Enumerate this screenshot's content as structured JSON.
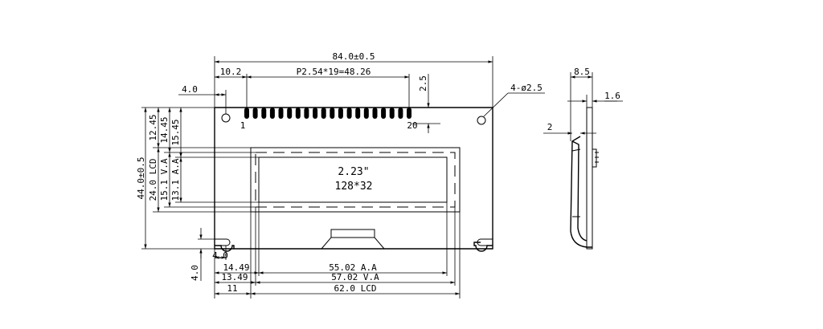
{
  "drawing": {
    "module_size_text": "2.23\"",
    "resolution_text": "128*32",
    "dims": {
      "overall_width": "84.0±0.5",
      "pin_offset": "10.2",
      "pin_pitch": "P2.54*19=48.26",
      "hole_offset_x": "4.0",
      "pin_height": "2.5",
      "mount_holes": "4-ø2.5",
      "pin_first": "1",
      "pin_last": "20",
      "dim_12_45": "12.45",
      "dim_14_45": "14.45",
      "dim_15_45": "15.45",
      "overall_height": "44.0±0.5",
      "lcd_height": "24.0 LCD",
      "va_height": "15.1 V.A",
      "aa_height": "13.1 A.A",
      "slot_offset_x": "4.0",
      "slot_offset_y": "4.0",
      "aa_offset": "14.49",
      "va_offset": "13.49",
      "lcd_offset": "11",
      "aa_width": "55.02 A.A",
      "va_width": "57.02 V.A",
      "lcd_width": "62.0 LCD",
      "side_thickness": "8.5",
      "side_pcb": "1.6",
      "side_gap": "2"
    }
  }
}
